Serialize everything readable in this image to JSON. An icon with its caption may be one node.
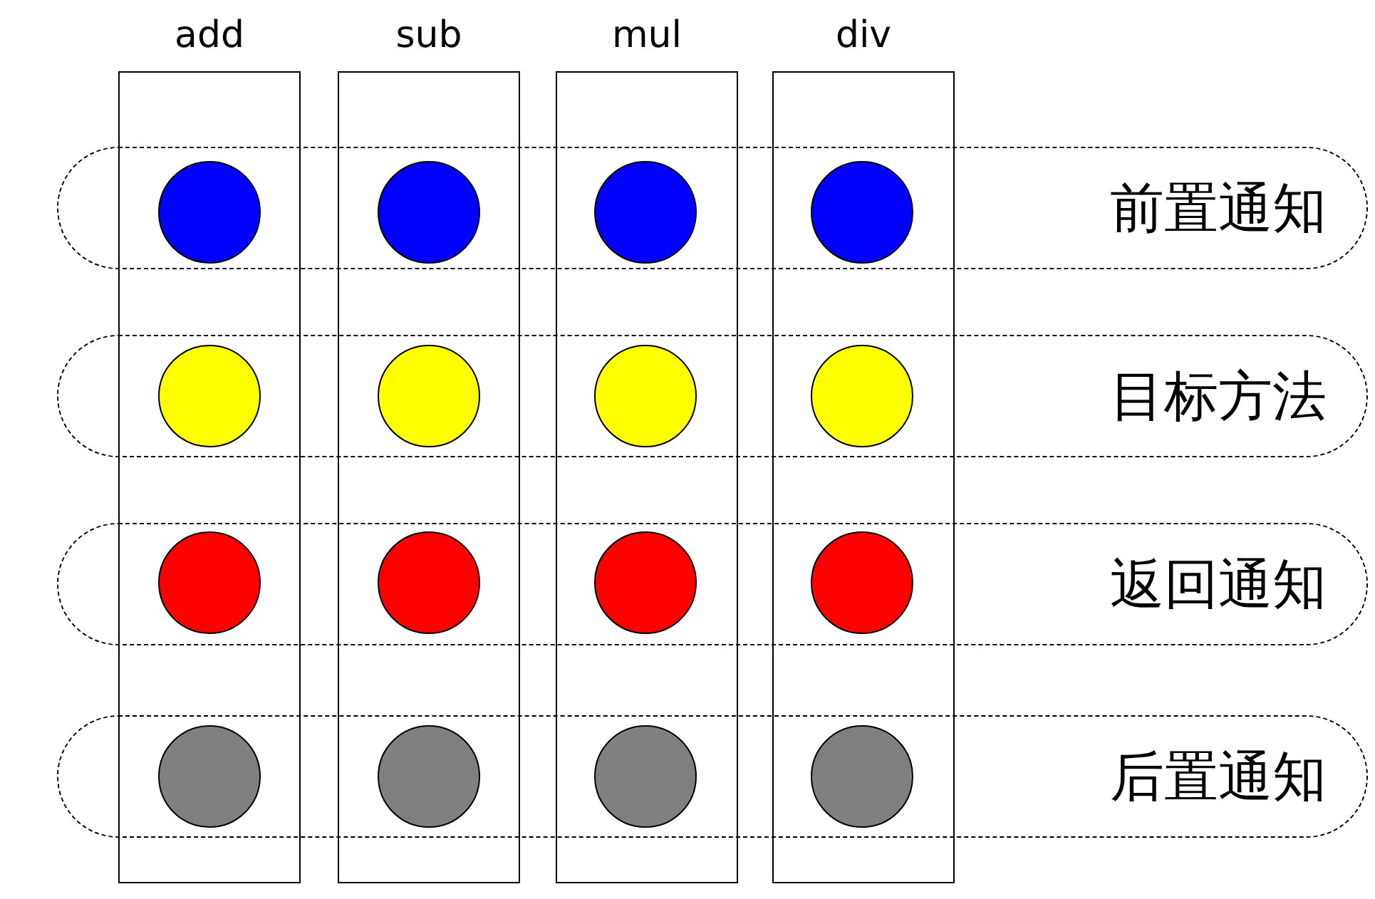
{
  "diagram": {
    "nodes": [
      {
        "text": [
          "add"
        ]
      },
      {
        "text": [
          "sub"
        ]
      },
      {
        "text": [
          "mul"
        ]
      },
      {
        "text": [
          "div"
        ]
      },
      {
        "text": [
          "前置通知"
        ]
      },
      {
        "text": [
          "目标方法"
        ]
      },
      {
        "text": [
          "返回通知"
        ]
      },
      {
        "text": [
          "后置通知"
        ]
      },
      {
        "text": [],
        "shape": "circle"
      },
      {
        "text": [],
        "shape": "circle"
      },
      {
        "text": [],
        "shape": "circle"
      },
      {
        "text": [],
        "shape": "circle"
      },
      {
        "text": [],
        "shape": "circle"
      },
      {
        "text": [],
        "shape": "circle"
      },
      {
        "text": [],
        "shape": "circle"
      },
      {
        "text": [],
        "shape": "circle"
      },
      {
        "text": [],
        "shape": "circle"
      },
      {
        "text": [],
        "shape": "circle"
      },
      {
        "text": [],
        "shape": "circle"
      },
      {
        "text": [],
        "shape": "circle"
      },
      {
        "text": [],
        "shape": "circle"
      },
      {
        "text": [],
        "shape": "circle"
      },
      {
        "text": [],
        "shape": "circle"
      },
      {
        "text": [],
        "shape": "circle"
      }
    ]
  }
}
